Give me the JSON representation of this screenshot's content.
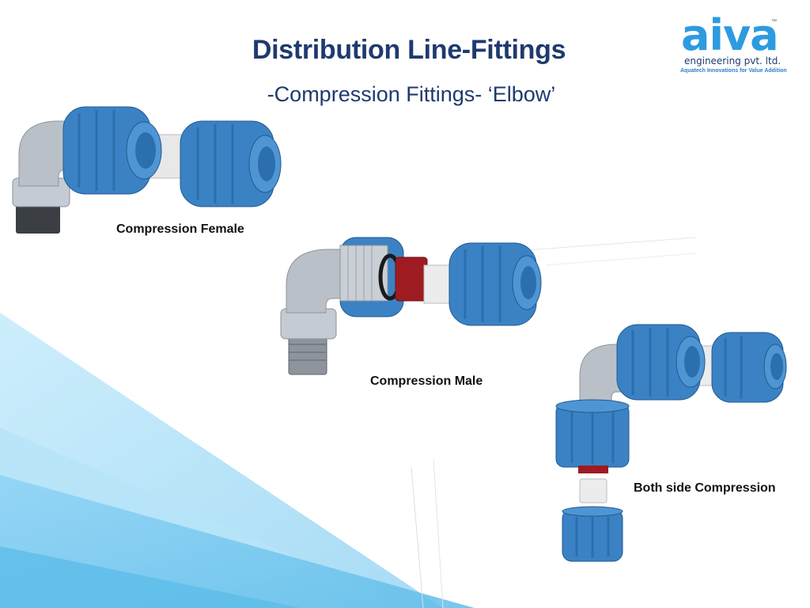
{
  "slide": {
    "title": "Distribution Line-Fittings",
    "subtitle": "-Compression Fittings- ‘Elbow’"
  },
  "logo": {
    "word": "aiva",
    "trademark": "™",
    "line1": "engineering pvt. ltd.",
    "line2": "Aquatech Innovations for Value Addition"
  },
  "products": [
    {
      "caption": "Compression Female"
    },
    {
      "caption": "Compression Male"
    },
    {
      "caption": "Both side Compression"
    }
  ],
  "colors": {
    "title": "#1f3a6e",
    "logo_blue": "#2d9be0",
    "fitting_blue": "#3b82c4",
    "elbow_grey": "#b9c0c8",
    "ring_red": "#9e1b22",
    "background_wave": "#7fcaf0"
  }
}
